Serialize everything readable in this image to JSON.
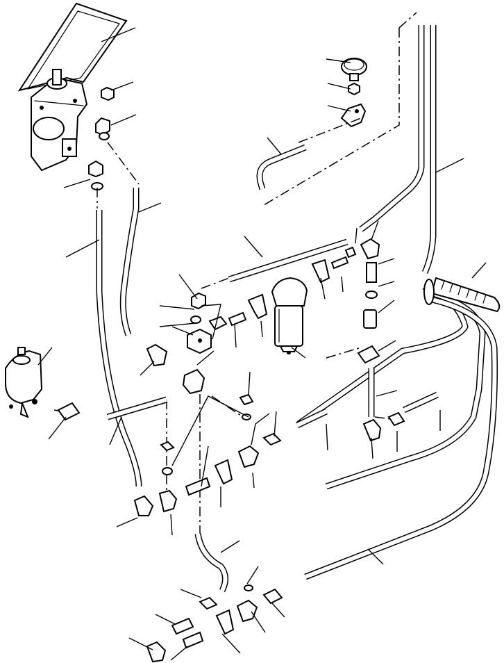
{
  "figure": {
    "description_visible_text": "",
    "ink_color": "#000000",
    "background_color": "#ffffff"
  },
  "components": [
    {
      "id": "brake-valve-pedal",
      "icon": "brake-pedal-valve-icon"
    },
    {
      "id": "remote-valve",
      "icon": "valve-block-icon"
    },
    {
      "id": "fuel-filter",
      "icon": "filter-canister-icon"
    },
    {
      "id": "gauge",
      "icon": "gauge-icon"
    },
    {
      "id": "hose-bundle",
      "icon": "hose-bundle-icon"
    }
  ]
}
